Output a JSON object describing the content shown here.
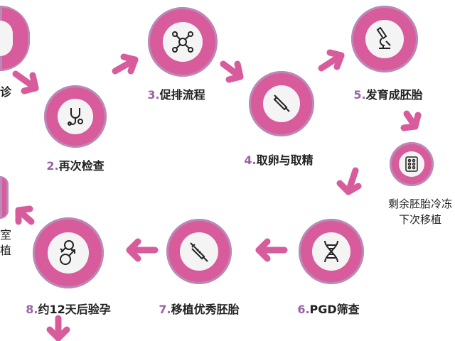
{
  "steps": [
    {
      "num": "",
      "text": "诊",
      "icon": "clipboard-icon"
    },
    {
      "num": "2.",
      "text": "再次检查",
      "icon": "stethoscope-icon"
    },
    {
      "num": "3.",
      "text": "促排流程",
      "icon": "molecule-icon"
    },
    {
      "num": "4.",
      "text": "取卵与取精",
      "icon": "pipette-icon"
    },
    {
      "num": "5.",
      "text": "发育成胚胎",
      "icon": "microscope-icon"
    },
    {
      "num": "6.",
      "text": "PGD筛查",
      "icon": "dna-icon"
    },
    {
      "num": "7.",
      "text": "移植优秀胚胎",
      "icon": "syringe-icon"
    },
    {
      "num": "8.",
      "text": "约12天后验孕",
      "icon": "gender-symbols-icon"
    }
  ],
  "freeze": {
    "line1": "剩余胚胎冷冻",
    "line2": "下次移植",
    "icon": "embryo-plate-icon"
  },
  "left_partial": {
    "line1": "室",
    "line2": "植"
  },
  "colors": {
    "ring": "#d85c9c",
    "ring_edge": "#b98ab8",
    "number": "#9a62a6",
    "arrow": "#d85c9c"
  }
}
